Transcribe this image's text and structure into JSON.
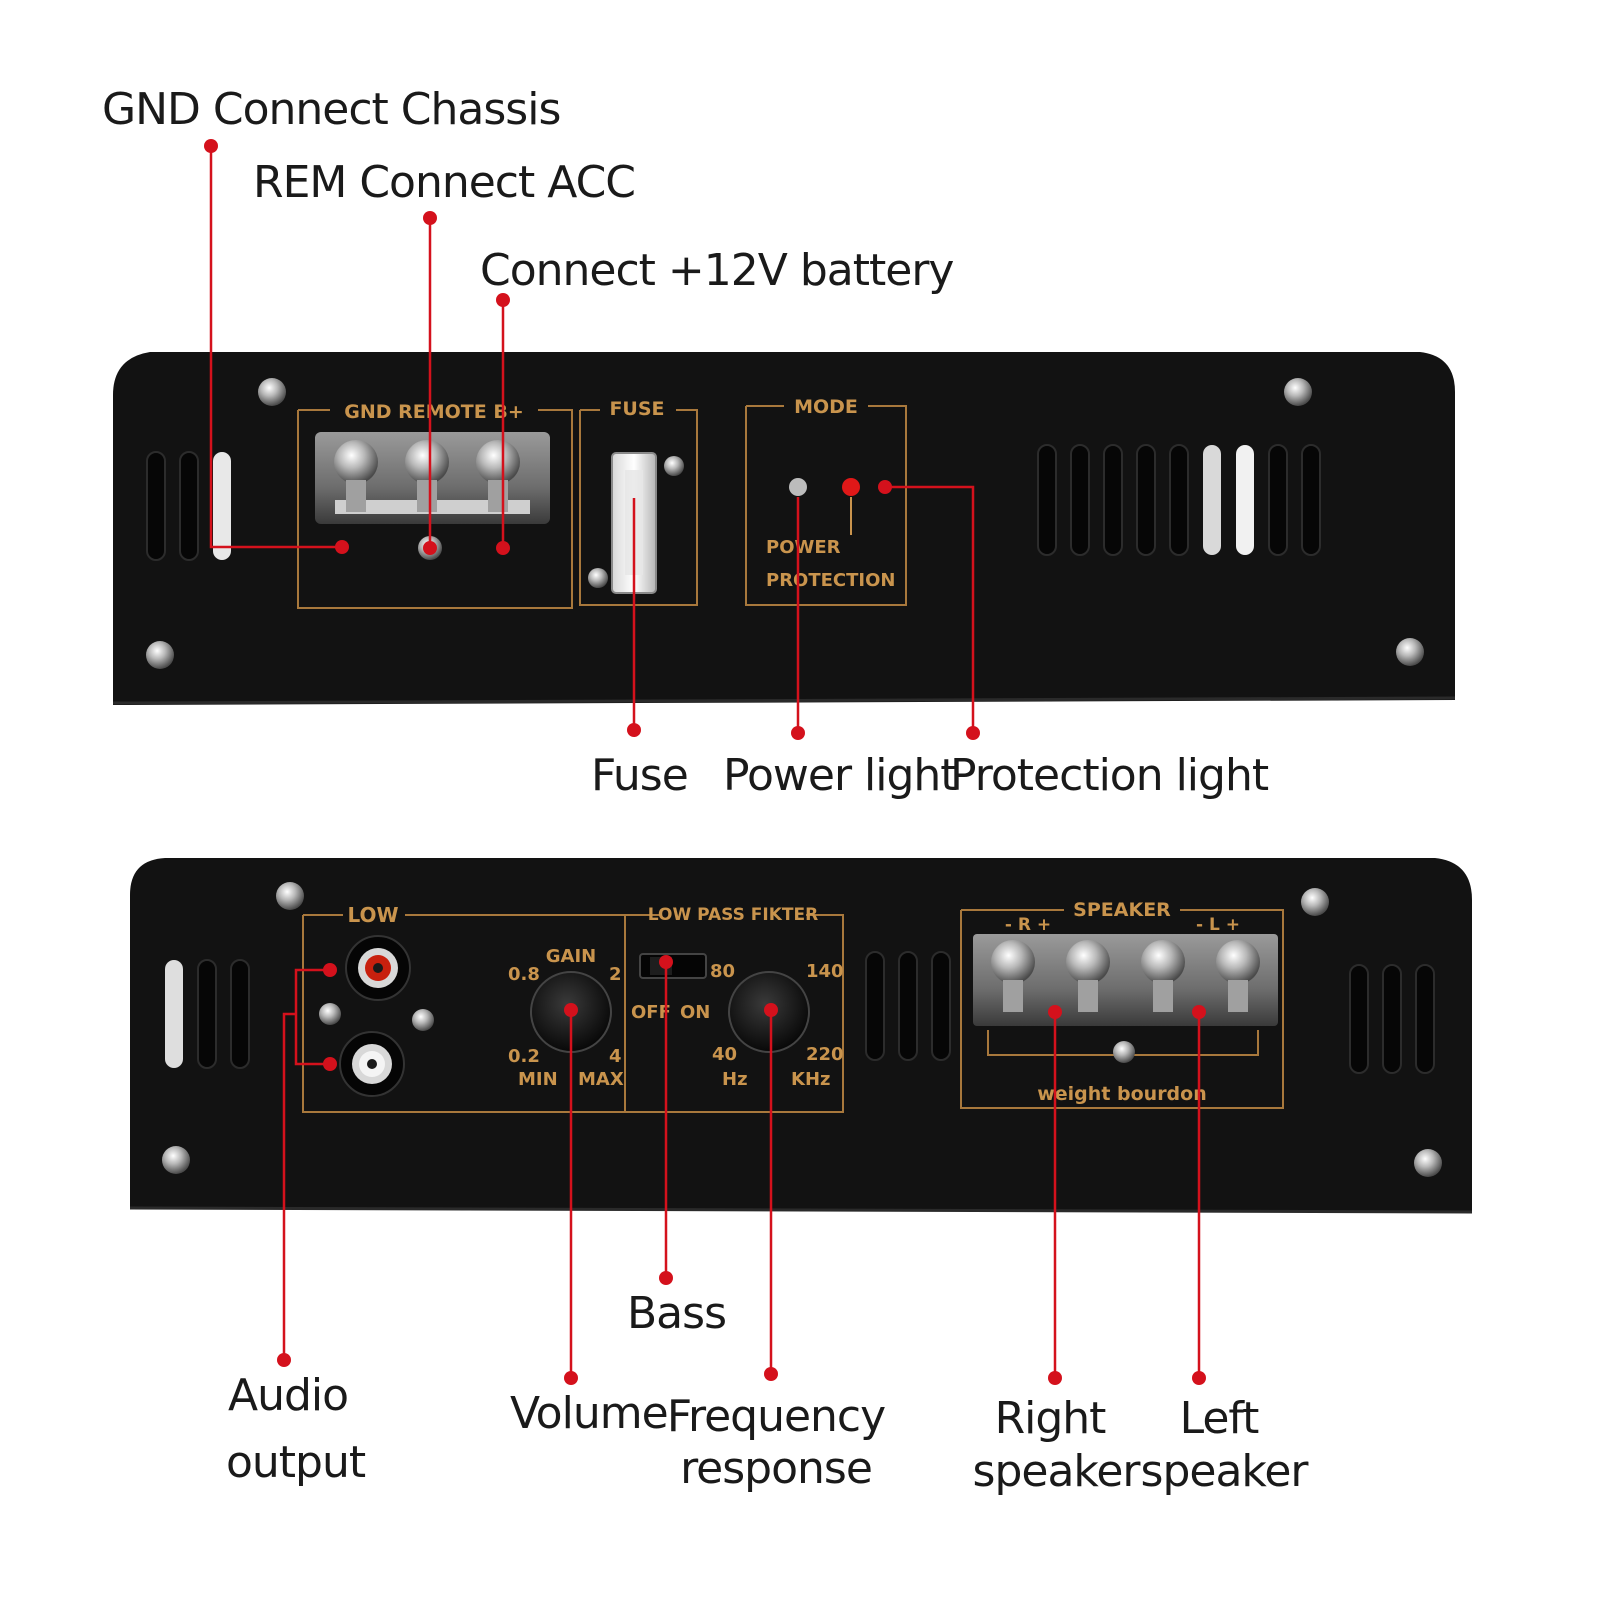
{
  "top_callouts": {
    "gnd": "GND Connect Chassis",
    "rem": "REM Connect ACC",
    "battery": "Connect +12V battery",
    "fuse": "Fuse",
    "power_light": "Power light",
    "protection_light": "Protection light"
  },
  "top_panel": {
    "terminal_label": "GND REMOTE B+",
    "fuse_label": "FUSE",
    "mode_label": "MODE",
    "power_text": "POWER",
    "protection_text": "PROTECTION"
  },
  "bottom_panel": {
    "low_label": "LOW",
    "gain_label": "GAIN",
    "gain_scale": {
      "left_top": "0.8",
      "right_top": "2",
      "left_bottom": "0.2",
      "right_bottom": "4",
      "min": "MIN",
      "max": "MAX"
    },
    "filter_label": "LOW PASS FIKTER",
    "switch_off": "OFF",
    "switch_on": "ON",
    "freq_scale": {
      "left_top": "80",
      "right_top": "140",
      "left_bottom": "40",
      "right_bottom": "220",
      "unit_left": "Hz",
      "unit_right": "KHz"
    },
    "speaker_label": "SPEAKER",
    "speaker_right_pol": "- R +",
    "speaker_left_pol": "- L +",
    "weight_text": "weight bourdon"
  },
  "bottom_callouts": {
    "audio_line1": "Audio",
    "audio_line2": "output",
    "bass": "Bass",
    "volume": "Volume",
    "frequency_line1": "Frequency",
    "frequency_line2": "response",
    "right_line1": "Right",
    "right_line2": "speaker",
    "left_line1": "Left",
    "left_line2": "speaker"
  },
  "colors": {
    "leader": "#d4111c",
    "panel_text": "#c9944d",
    "chassis": "#121212"
  }
}
